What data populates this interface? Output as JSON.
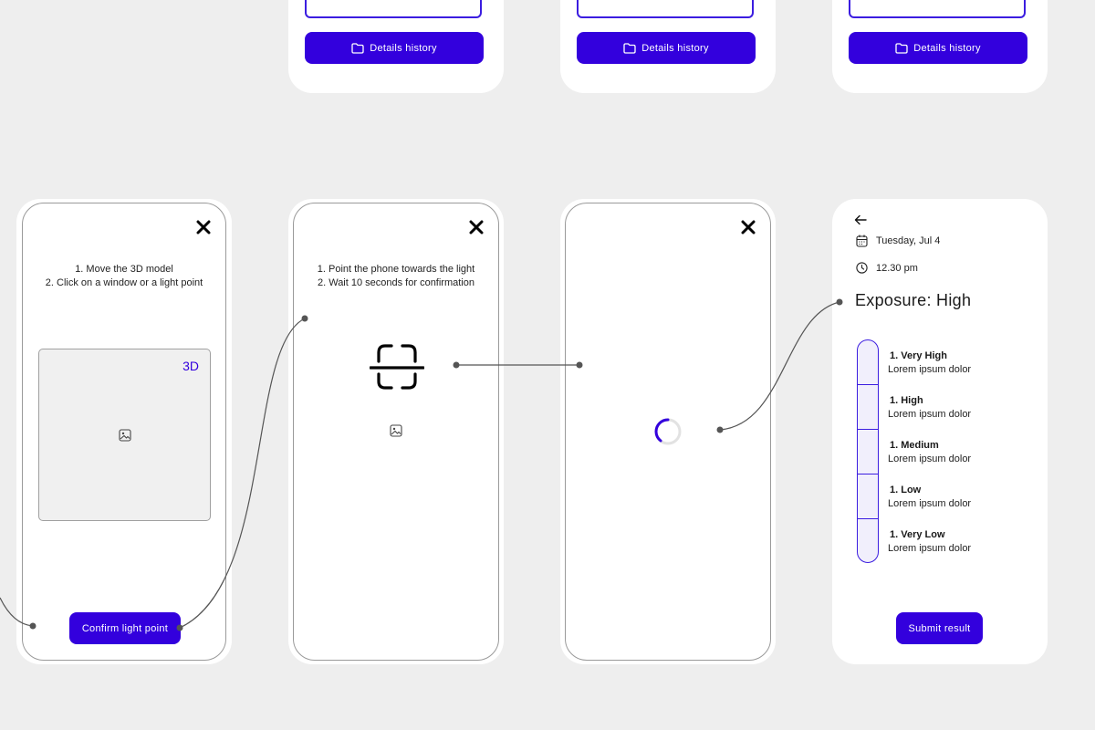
{
  "top_cards": [
    {
      "button_label": "Details history"
    },
    {
      "button_label": "Details history"
    },
    {
      "button_label": "Details history"
    }
  ],
  "screen1": {
    "instructions": [
      "1. Move the 3D model",
      "2. Click on a window or a light point"
    ],
    "model_label": "3D",
    "confirm_label": "Confirm light point"
  },
  "screen2": {
    "instructions": [
      "1. Point the phone towards the light",
      "2. Wait 10 seconds for confirmation"
    ]
  },
  "screen4": {
    "date": "Tuesday, Jul 4",
    "time": "12.30 pm",
    "exposure_title": "Exposure: High",
    "levels": [
      {
        "title": "1. Very High",
        "desc": "Lorem ipsum dolor"
      },
      {
        "title": "1. High",
        "desc": "Lorem ipsum dolor"
      },
      {
        "title": "1. Medium",
        "desc": "Lorem ipsum dolor"
      },
      {
        "title": "1. Low",
        "desc": "Lorem ipsum dolor"
      },
      {
        "title": "1. Very Low",
        "desc": "Lorem ipsum dolor"
      }
    ],
    "submit_label": "Submit result"
  },
  "colors": {
    "accent": "#3300dd",
    "background": "#eeeeee",
    "connector": "#555555"
  },
  "icons": [
    "folder-icon",
    "close-icon",
    "image-icon",
    "scan-frame-icon",
    "loading-spinner-icon",
    "back-arrow-icon",
    "calendar-icon",
    "clock-icon"
  ]
}
